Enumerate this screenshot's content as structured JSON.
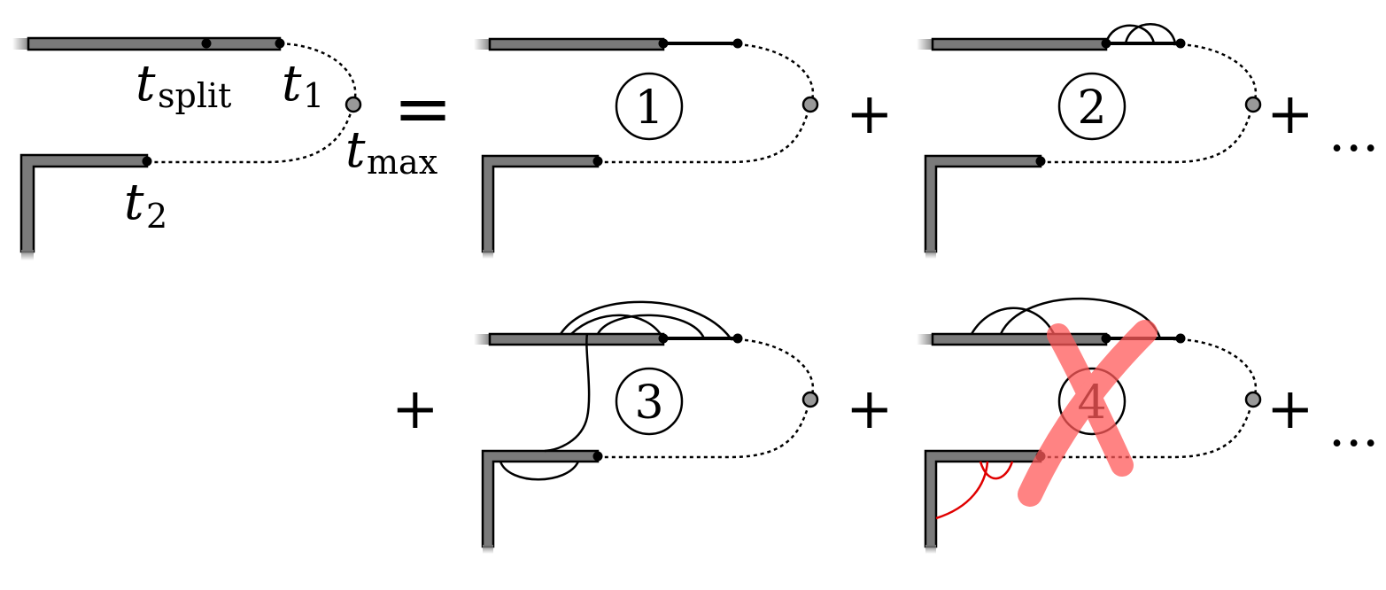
{
  "labels": {
    "t_split_base": "t",
    "t_split_sub": "split",
    "t1_base": "t",
    "t1_sub": "1",
    "t2_base": "t",
    "t2_sub": "2",
    "tmax_base": "t",
    "tmax_sub": "max"
  },
  "operators": {
    "equals": "=",
    "plus": "+",
    "ellipsis": "..."
  },
  "terms": [
    {
      "number": "1"
    },
    {
      "number": "2"
    },
    {
      "number": "3"
    },
    {
      "number": "4",
      "crossed_out": true
    }
  ],
  "colors": {
    "bar_fill": "#7a7a7a",
    "cross": "#ff5a5a",
    "forbidden_line": "#e00000"
  }
}
